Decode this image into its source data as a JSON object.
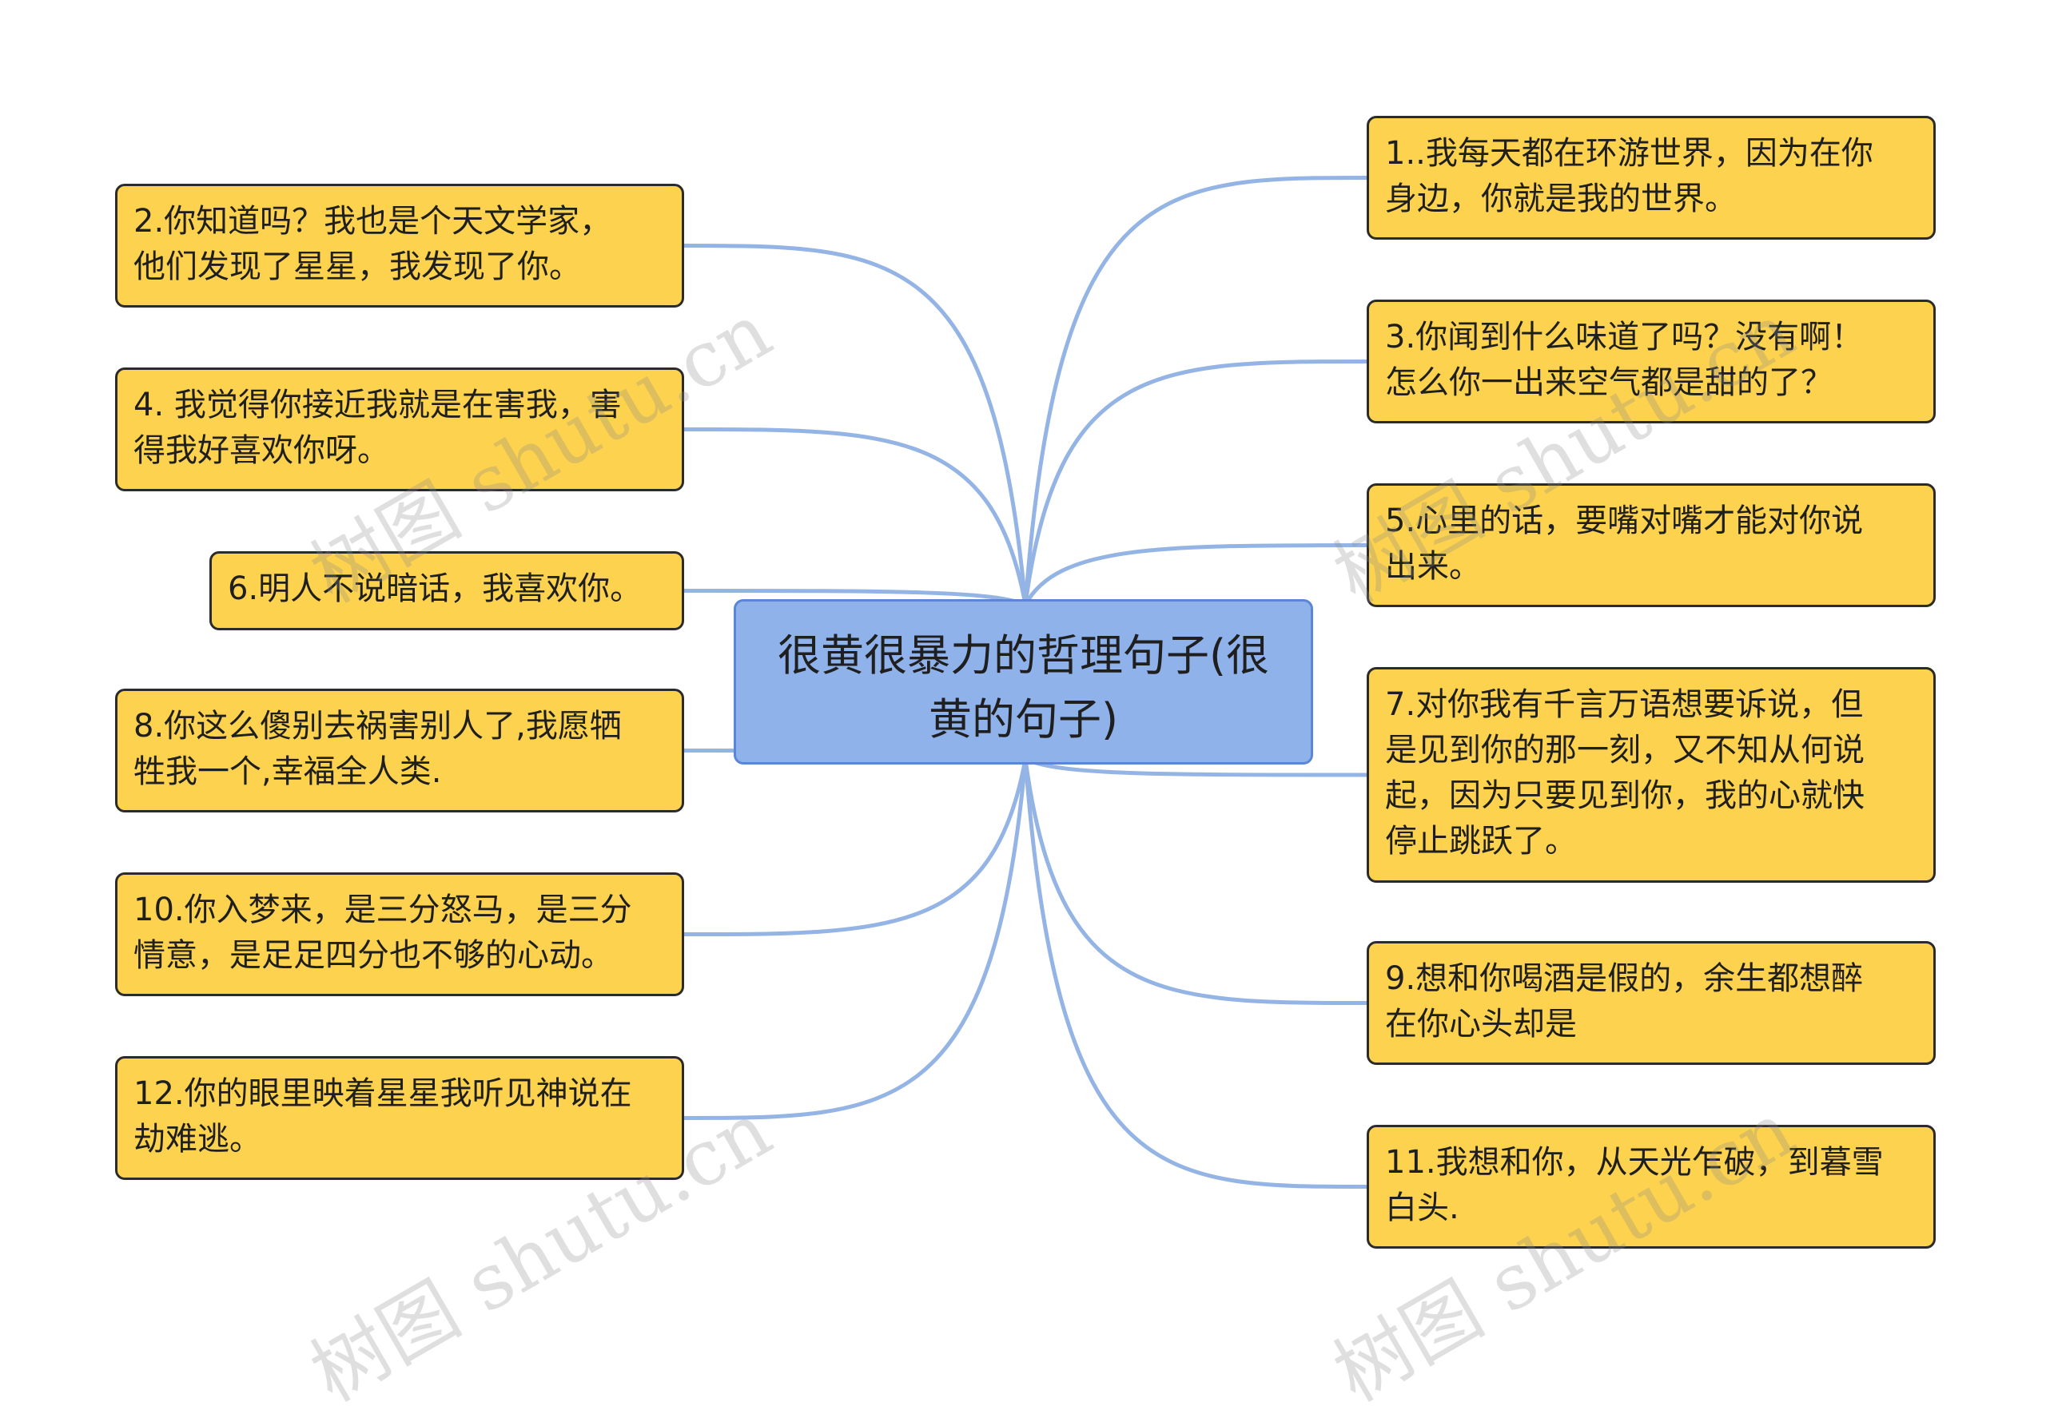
{
  "title": [
    "很黄很暴力的哲理句子(很",
    "黄的句子)"
  ],
  "colors": {
    "node_fill": "#fcd24e",
    "center_fill": "#8fb2ea",
    "link": "#93b4e4",
    "node_border": "#2b2b2b",
    "center_border": "#5b86d6"
  },
  "nodes": [
    {
      "id": "n1",
      "side": "right",
      "lines": [
        "1..我每天都在环游世界，因为在你",
        "身边，你就是我的世界。"
      ]
    },
    {
      "id": "n2",
      "side": "left",
      "lines": [
        "2.你知道吗？我也是个天文学家，",
        "他们发现了星星，我发现了你。"
      ]
    },
    {
      "id": "n3",
      "side": "right",
      "lines": [
        "3.你闻到什么味道了吗？没有啊！",
        "怎么你一出来空气都是甜的了？"
      ]
    },
    {
      "id": "n4",
      "side": "left",
      "lines": [
        "4. 我觉得你接近我就是在害我，害",
        "得我好喜欢你呀。"
      ]
    },
    {
      "id": "n5",
      "side": "right",
      "lines": [
        "5.心里的话，要嘴对嘴才能对你说",
        "出来。"
      ]
    },
    {
      "id": "n6",
      "side": "left",
      "lines": [
        "6.明人不说暗话，我喜欢你。"
      ]
    },
    {
      "id": "n7",
      "side": "right",
      "lines": [
        "7.对你我有千言万语想要诉说，但",
        "是见到你的那一刻，又不知从何说",
        "起，因为只要见到你，我的心就快",
        "停止跳跃了。"
      ]
    },
    {
      "id": "n8",
      "side": "left",
      "lines": [
        "8.你这么傻别去祸害别人了,我愿牺",
        "牲我一个,幸福全人类."
      ]
    },
    {
      "id": "n9",
      "side": "right",
      "lines": [
        "9.想和你喝酒是假的，余生都想醉",
        "在你心头却是"
      ]
    },
    {
      "id": "n10",
      "side": "left",
      "lines": [
        "10.你入梦来，是三分怒马，是三分",
        "情意，是足足四分也不够的心动。"
      ]
    },
    {
      "id": "n11",
      "side": "right",
      "lines": [
        "11.我想和你，从天光乍破，到暮雪",
        "白头."
      ]
    },
    {
      "id": "n12",
      "side": "left",
      "lines": [
        "12.你的眼里映着星星我听见神说在",
        "劫难逃。"
      ]
    }
  ],
  "watermark": "树图 shutu.cn"
}
